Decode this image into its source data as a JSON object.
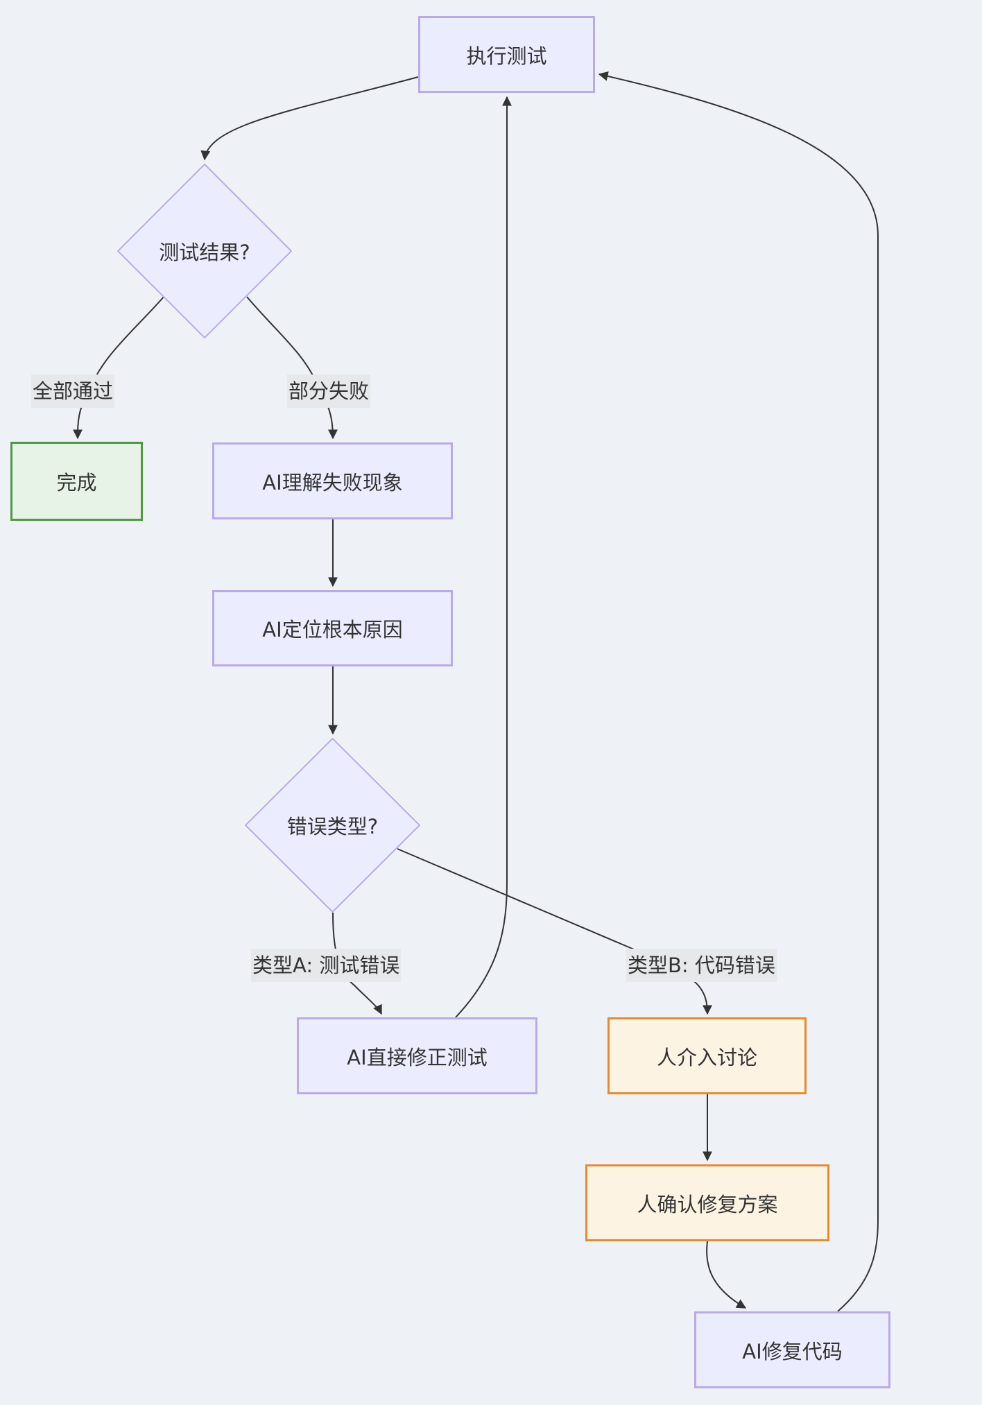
{
  "nodes": {
    "run_tests": "执行测试",
    "result_decision": "测试结果?",
    "done": "完成",
    "ai_understand": "AI理解失败现象",
    "ai_locate": "AI定位根本原因",
    "error_type_decision": "错误类型?",
    "ai_fix_test": "AI直接修正测试",
    "human_discuss": "人介入讨论",
    "human_confirm": "人确认修复方案",
    "ai_fix_code": "AI修复代码"
  },
  "edge_labels": {
    "all_pass": "全部通过",
    "partial_fail": "部分失败",
    "type_a": "类型A: 测试错误",
    "type_b": "类型B: 代码错误"
  },
  "colors": {
    "default_fill": "#ECECFF",
    "default_stroke": "#BBA9E8",
    "done_fill": "#E8F3E8",
    "done_stroke": "#4E9A44",
    "human_fill": "#FDF3E3",
    "human_stroke": "#E88A2E",
    "edge": "#333333"
  }
}
